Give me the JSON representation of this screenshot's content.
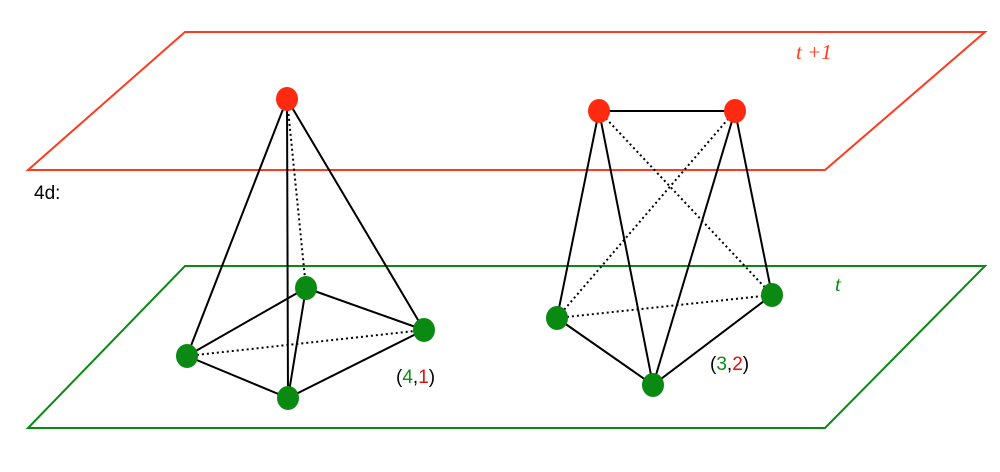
{
  "dimension_label": "4d:",
  "planes": {
    "top": {
      "label": "t +1",
      "color": "#ff3b1f"
    },
    "bottom": {
      "label": "t",
      "color": "#0a8a12"
    }
  },
  "simplex_left": {
    "label_open": "(",
    "label_a": "4",
    "label_sep": ",",
    "label_b": "1",
    "label_close": ")"
  },
  "simplex_right": {
    "label_open": "(",
    "label_a": "3",
    "label_sep": ",",
    "label_b": "2",
    "label_close": ")"
  },
  "colors": {
    "vertex_top": "#ff2a10",
    "vertex_bottom": "#0a8a12",
    "edge": "#000000",
    "label_green": "#0a8a12",
    "label_red": "#e01010"
  }
}
